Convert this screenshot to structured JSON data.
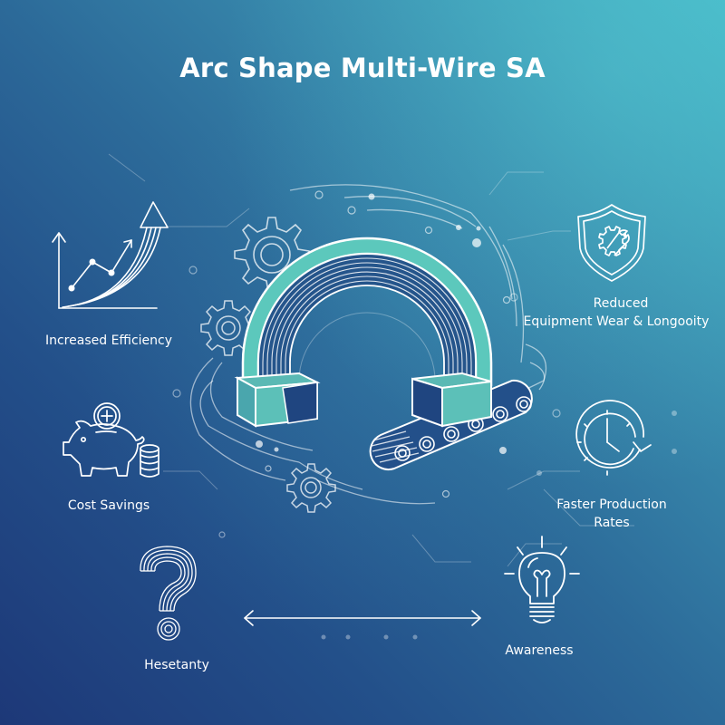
{
  "title": "Arc Shape Multi-Wire SA",
  "colors": {
    "background_top_right": "#47b8c8",
    "background_bottom_left": "#1d3878",
    "arc_teal": "#5cc8bc",
    "arc_dark": "#1f4a80",
    "line_white": "#ffffff"
  },
  "central_graphic": {
    "description": "Teal multi-wire arc with two blocks, conveyor belt, gears and circuit lines",
    "icons": [
      "arc-wire-icon",
      "gear-icon",
      "conveyor-belt-icon",
      "circuit-lines"
    ]
  },
  "benefits": [
    {
      "id": "efficiency",
      "label": "Increased Efficiency",
      "icon": "growth-chart-arrow-icon"
    },
    {
      "id": "wear",
      "label_line1": "Reduced",
      "label_line2": "Equipment Wear & Longooity",
      "icon": "shield-gear-wrench-icon"
    },
    {
      "id": "cost",
      "label": "Cost Savings",
      "icon": "piggy-bank-coins-icon"
    },
    {
      "id": "speed",
      "label_line1": "Faster Production",
      "label_line2": "Rates",
      "icon": "clock-refresh-icon"
    }
  ],
  "spectrum": {
    "left_label": "Hesetanty",
    "left_icon": "question-mark-icon",
    "right_label": "Awareness",
    "right_icon": "lightbulb-icon",
    "connector": "double-headed-arrow"
  }
}
